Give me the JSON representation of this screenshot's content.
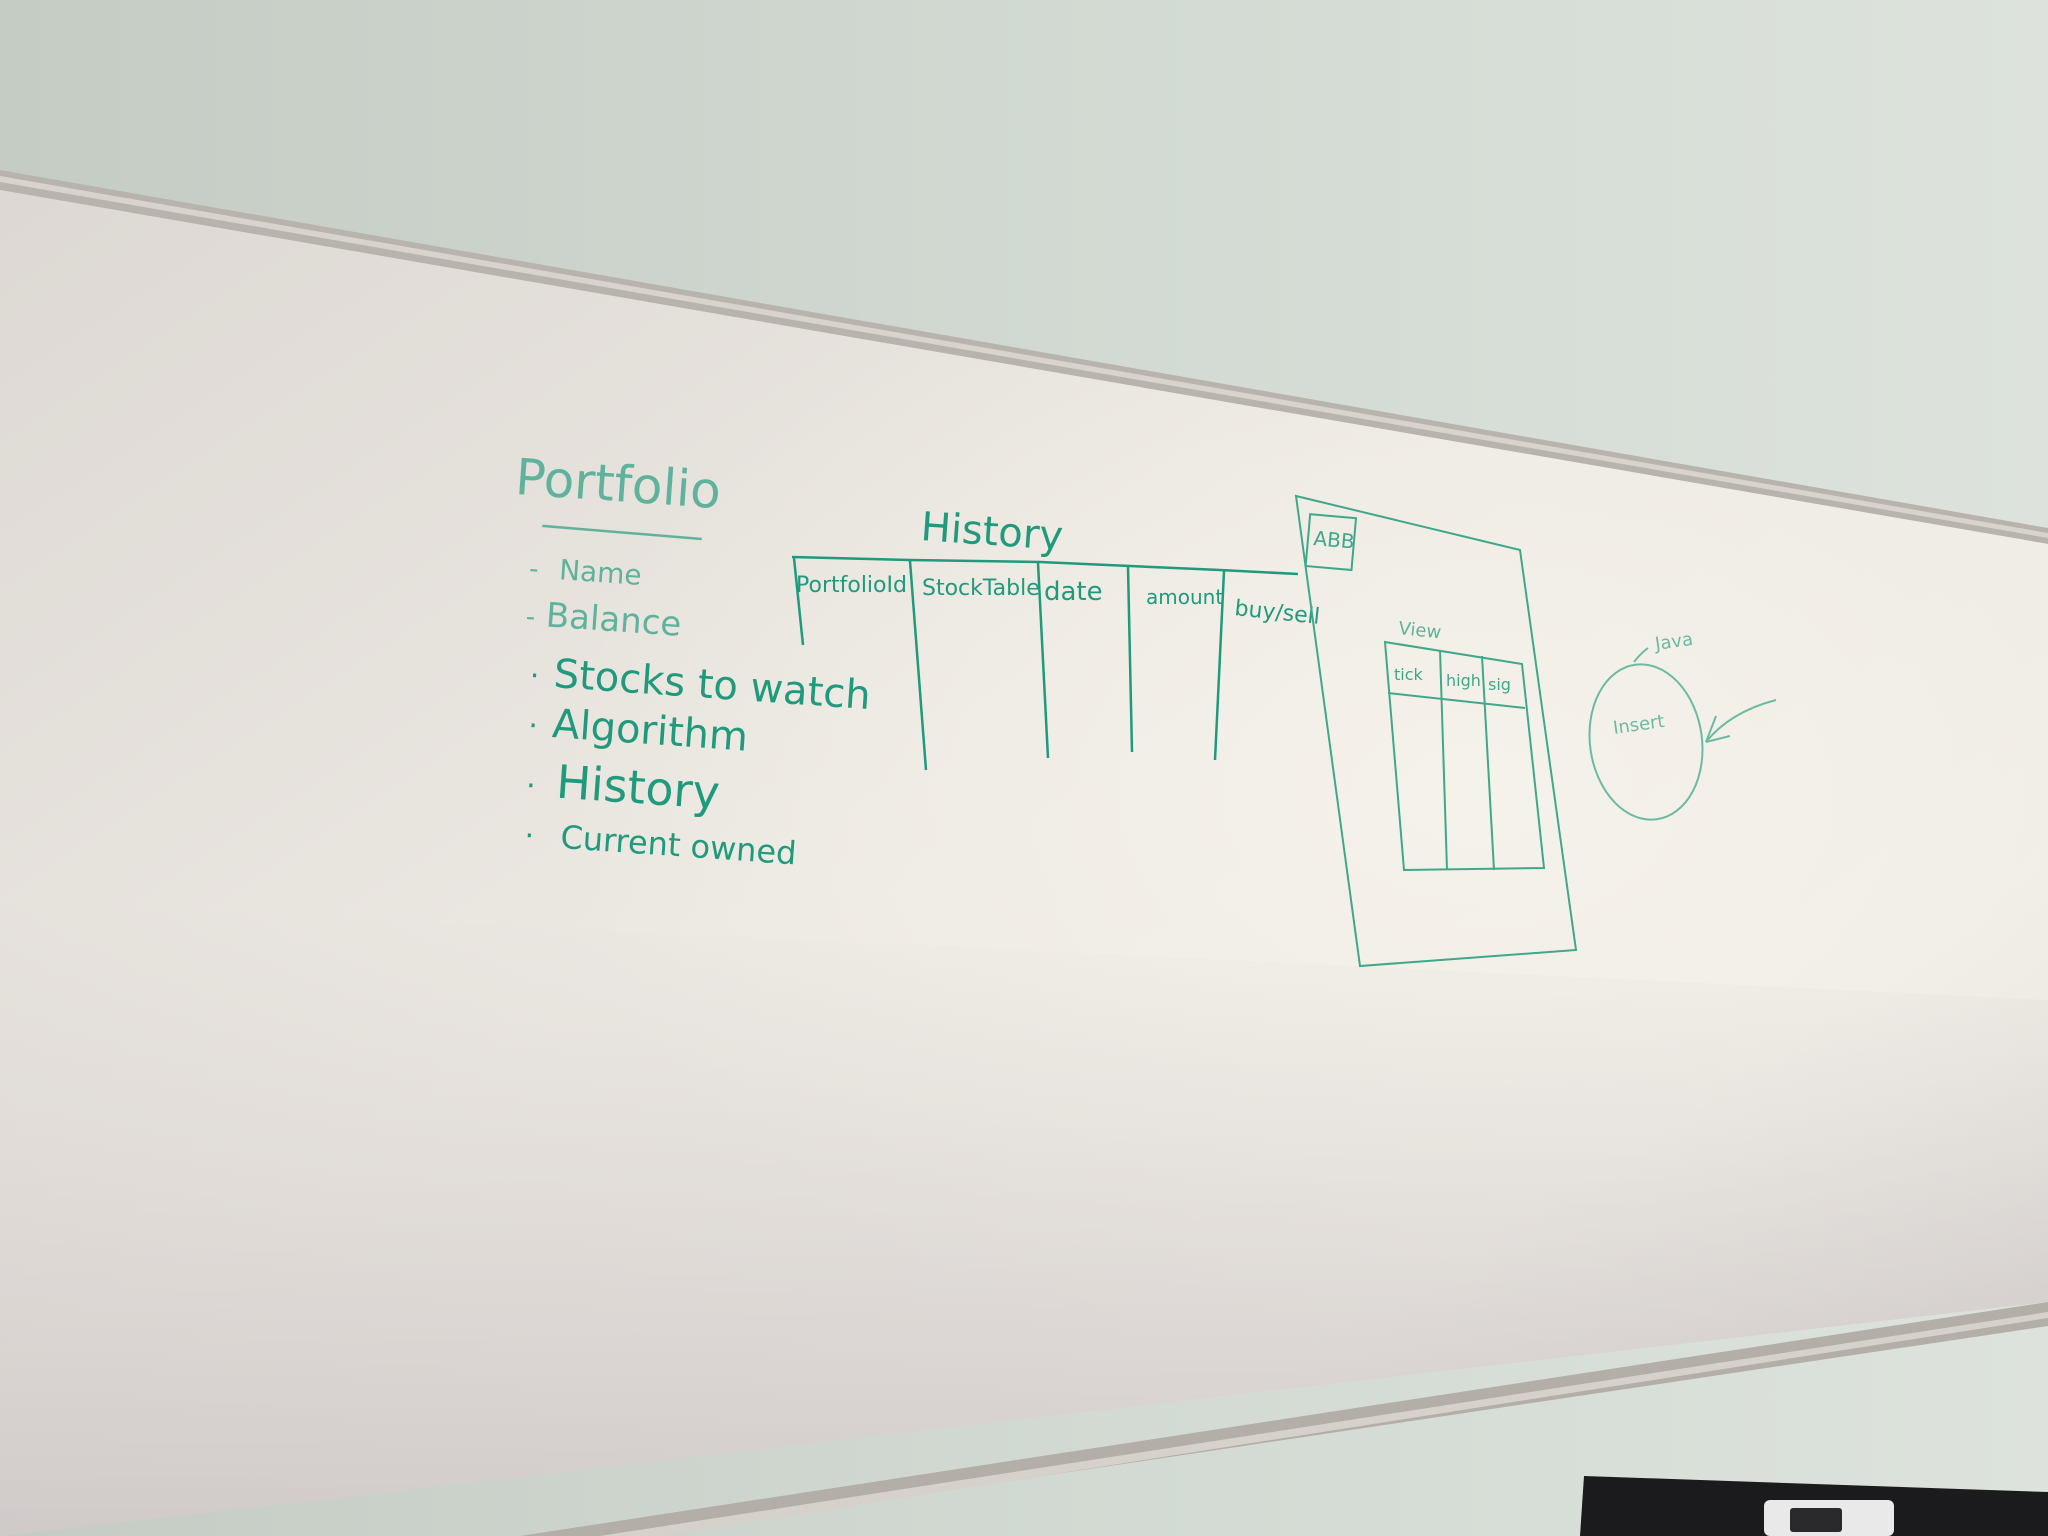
{
  "whiteboard": {
    "ink_color": "#1f9a7c",
    "faint_ink_color": "#5fb39c",
    "board_color": "#e9e7e3",
    "wall_color": "#cfd8d1",
    "portfolio": {
      "title": "Portfolio",
      "items": [
        {
          "bullet": "-",
          "text": "Name"
        },
        {
          "bullet": "-",
          "text": "Balance"
        },
        {
          "bullet": "·",
          "text": "Stocks to watch"
        },
        {
          "bullet": "·",
          "text": "Algorithm"
        },
        {
          "bullet": "·",
          "text": "History"
        },
        {
          "bullet": "·",
          "text": "Current owned"
        }
      ]
    },
    "history_table": {
      "title": "History",
      "columns": [
        "PortfolioId",
        "StockTable",
        "date",
        "amount",
        "buy/sell"
      ]
    },
    "app_sketch": {
      "label": "ABB",
      "table_caption": "View",
      "columns": [
        "tick",
        "high",
        "sig"
      ]
    },
    "circle_sketch": {
      "label": "Insert",
      "annotation": "Java"
    }
  }
}
